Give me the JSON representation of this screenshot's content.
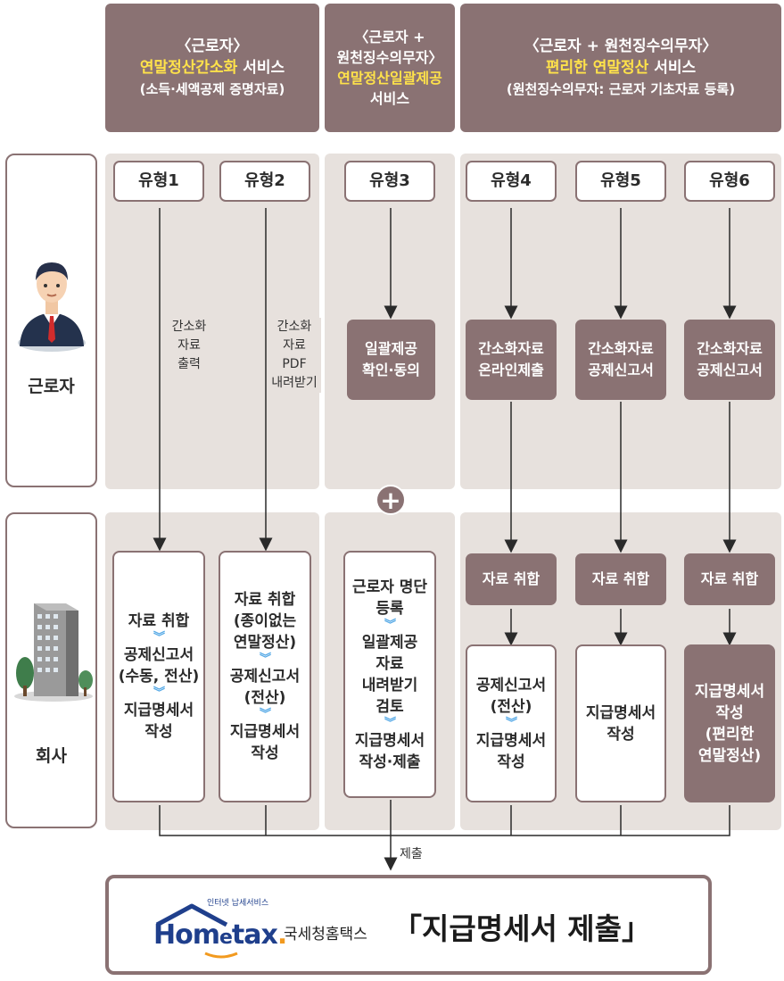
{
  "headers": {
    "h1": {
      "line1": "〈근로자〉",
      "line2_hl": "연말정산간소화",
      "line2_rest": " 서비스",
      "line3": "(소득·세액공제 증명자료)"
    },
    "h2": {
      "line1": "〈근로자 +",
      "line2": "원천징수의무자〉",
      "line3_hl": "연말정산일괄제공",
      "line4": "서비스"
    },
    "h3": {
      "line1": "〈근로자 + 원천징수의무자〉",
      "line2_hl": "편리한 연말정산",
      "line2_rest": " 서비스",
      "line3": "(원천징수의무자: 근로자 기초자료 등록)"
    }
  },
  "sides": {
    "worker": "근로자",
    "company": "회사"
  },
  "types": [
    "유형1",
    "유형2",
    "유형3",
    "유형4",
    "유형5",
    "유형6"
  ],
  "notes": {
    "t1": [
      "간소화",
      "자료",
      "출력"
    ],
    "t2": [
      "간소화",
      "자료",
      "PDF",
      "내려받기"
    ]
  },
  "worker_actions": {
    "t3": [
      "일괄제공",
      "확인·동의"
    ],
    "t4": [
      "간소화자료",
      "온라인제출"
    ],
    "t5": [
      "간소화자료",
      "공제신고서"
    ],
    "t6": [
      "간소화자료",
      "공제신고서"
    ]
  },
  "plus": "+",
  "collect": "자료 취합",
  "company_boxes": {
    "t1": {
      "a": "자료 취합",
      "b1": "공제신고서",
      "b2": "(수동, 전산)",
      "c1": "지급명세서",
      "c2": "작성"
    },
    "t2": {
      "a1": "자료 취합",
      "a2": "(종이없는",
      "a3": "연말정산)",
      "b1": "공제신고서",
      "b2": "(전산)",
      "c1": "지급명세서",
      "c2": "작성"
    },
    "t3": {
      "a1": "근로자 명단",
      "a2": "등록",
      "b1": "일괄제공",
      "b2": "자료",
      "b3": "내려받기",
      "b4": "검토",
      "c1": "지급명세서",
      "c2": "작성·제출"
    },
    "t4": {
      "a1": "공제신고서",
      "a2": "(전산)",
      "b1": "지급명세서",
      "b2": "작성"
    },
    "t5": {
      "a1": "지급명세서",
      "a2": "작성"
    },
    "t6": {
      "a1": "지급명세서",
      "a2": "작성",
      "a3": "(편리한",
      "a4": "연말정산)"
    }
  },
  "submit_label": "제출",
  "final": {
    "logo_small": "인터넷 납세서비스",
    "logo_main_a": "Hom",
    "logo_main_e": "e",
    "logo_main_b": "tax",
    "logo_dot": ".",
    "agency": "국세청홈택스",
    "title": "「지급명세서 제출」"
  },
  "colors": {
    "accent": "#8a7273",
    "panel": "#e7e1dd",
    "highlight": "#ffe24a",
    "chevron": "#55a9e6",
    "logo_blue": "#1f3f8c",
    "logo_orange": "#f29a1f"
  }
}
